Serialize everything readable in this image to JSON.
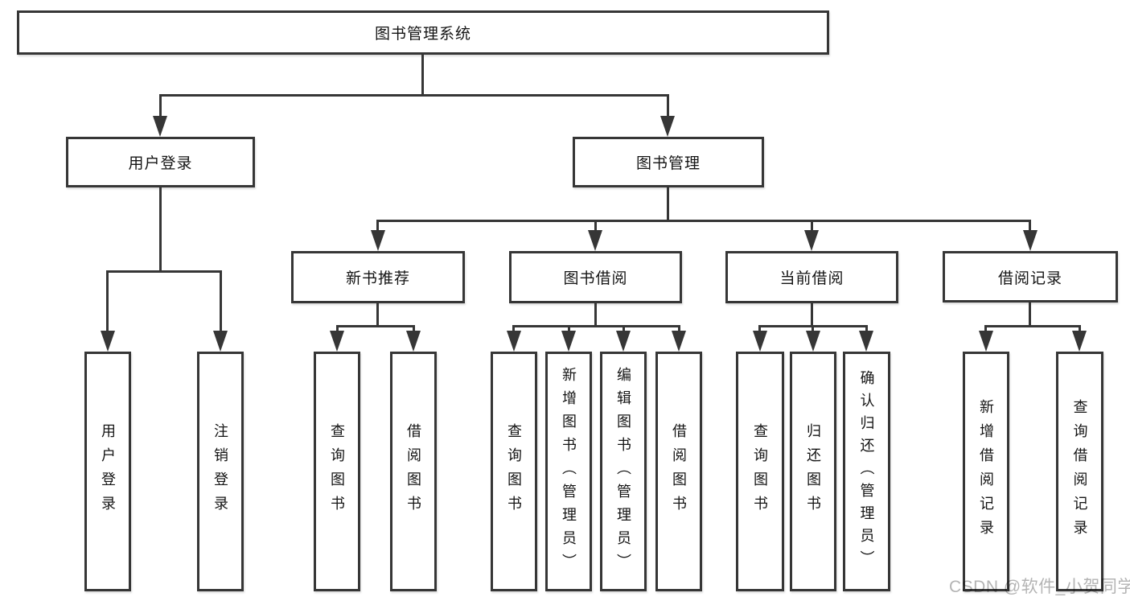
{
  "root": {
    "label": "图书管理系统"
  },
  "level2": {
    "user_login": {
      "label": "用户登录"
    },
    "book_mgmt": {
      "label": "图书管理"
    }
  },
  "level3": {
    "new_books": {
      "label": "新书推荐"
    },
    "book_borrow": {
      "label": "图书借阅"
    },
    "current_borrow": {
      "label": "当前借阅"
    },
    "borrow_records": {
      "label": "借阅记录"
    }
  },
  "leaves": {
    "user_login": {
      "label": "用户登录"
    },
    "user_logout": {
      "label": "注销登录"
    },
    "nb_query_books": {
      "label": "查询图书"
    },
    "nb_borrow_books": {
      "label": "借阅图书"
    },
    "bb_query_books": {
      "label": "查询图书"
    },
    "bb_add_books": {
      "label": "新增图书（管理员）"
    },
    "bb_edit_books": {
      "label": "编辑图书（管理员）"
    },
    "bb_borrow_books": {
      "label": "借阅图书"
    },
    "cb_query_books": {
      "label": "查询图书"
    },
    "cb_return_books": {
      "label": "归还图书"
    },
    "cb_confirm_return": {
      "label": "确认归还（管理员）"
    },
    "br_add_record": {
      "label": "新增借阅记录"
    },
    "br_query_record": {
      "label": "查询借阅记录"
    }
  },
  "watermark": {
    "text": "CSDN @软件_小贺同学"
  },
  "colors": {
    "line": "#363636",
    "text": "#141414",
    "watermark": "#b4b4b4",
    "background": "#ffffff"
  }
}
